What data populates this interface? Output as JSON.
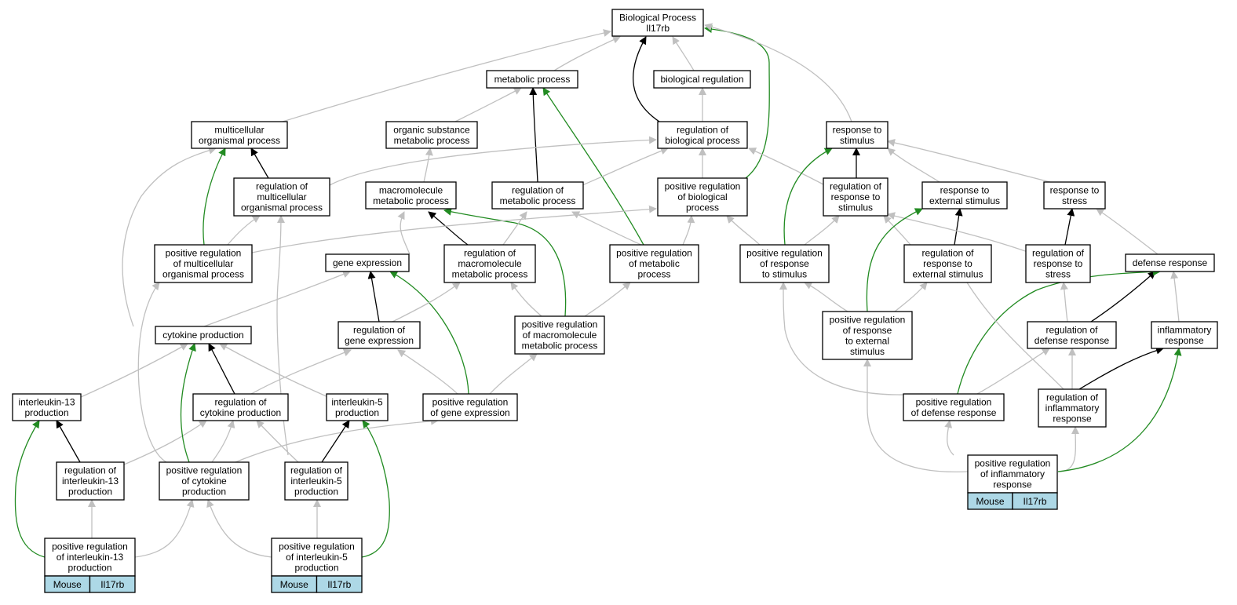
{
  "colors": {
    "is_a": "#c0c0c0",
    "regulates": "#000000",
    "positively_regulates": "#228b22",
    "annotation": "#add8e6"
  },
  "nodes": [
    {
      "id": "bp",
      "lines": [
        "Biological Process",
        "Il17rb"
      ]
    },
    {
      "id": "metabolic",
      "lines": [
        "metabolic process"
      ]
    },
    {
      "id": "bioreg",
      "lines": [
        "biological regulation"
      ]
    },
    {
      "id": "multicell",
      "lines": [
        "multicellular",
        "organismal process"
      ]
    },
    {
      "id": "orgsub",
      "lines": [
        "organic substance",
        "metabolic process"
      ]
    },
    {
      "id": "regbio",
      "lines": [
        "regulation of",
        "biological process"
      ]
    },
    {
      "id": "respstim",
      "lines": [
        "response to",
        "stimulus"
      ]
    },
    {
      "id": "regmulti",
      "lines": [
        "regulation of",
        "multicellular",
        "organismal process"
      ]
    },
    {
      "id": "macromol",
      "lines": [
        "macromolecule",
        "metabolic process"
      ]
    },
    {
      "id": "regmetab",
      "lines": [
        "regulation of",
        "metabolic process"
      ]
    },
    {
      "id": "posregbio",
      "lines": [
        "positive regulation",
        "of biological",
        "process"
      ]
    },
    {
      "id": "regrespstim",
      "lines": [
        "regulation of",
        "response to",
        "stimulus"
      ]
    },
    {
      "id": "respext",
      "lines": [
        "response to",
        "external stimulus"
      ]
    },
    {
      "id": "respstress",
      "lines": [
        "response to",
        "stress"
      ]
    },
    {
      "id": "posregmulti",
      "lines": [
        "positive regulation",
        "of multicellular",
        "organismal process"
      ]
    },
    {
      "id": "geneexp",
      "lines": [
        "gene expression"
      ]
    },
    {
      "id": "regmacro",
      "lines": [
        "regulation of",
        "macromolecule",
        "metabolic process"
      ]
    },
    {
      "id": "posregmetab",
      "lines": [
        "positive regulation",
        "of metabolic",
        "process"
      ]
    },
    {
      "id": "posregrespstim",
      "lines": [
        "positive regulation",
        "of response",
        "to stimulus"
      ]
    },
    {
      "id": "regrespext",
      "lines": [
        "regulation of",
        "response to",
        "external stimulus"
      ]
    },
    {
      "id": "regstress",
      "lines": [
        "regulation of",
        "response to",
        "stress"
      ]
    },
    {
      "id": "defense",
      "lines": [
        "defense response"
      ]
    },
    {
      "id": "cytoprod",
      "lines": [
        "cytokine production"
      ]
    },
    {
      "id": "reggeneexp",
      "lines": [
        "regulation of",
        "gene expression"
      ]
    },
    {
      "id": "posregmacro",
      "lines": [
        "positive regulation",
        "of macromolecule",
        "metabolic process"
      ]
    },
    {
      "id": "posregrespext",
      "lines": [
        "positive regulation",
        "of response",
        "to external",
        "stimulus"
      ]
    },
    {
      "id": "regdefense",
      "lines": [
        "regulation of",
        "defense response"
      ]
    },
    {
      "id": "inflam",
      "lines": [
        "inflammatory",
        "response"
      ]
    },
    {
      "id": "il13prod",
      "lines": [
        "interleukin-13",
        "production"
      ]
    },
    {
      "id": "regcyto",
      "lines": [
        "regulation of",
        "cytokine production"
      ]
    },
    {
      "id": "il5prod",
      "lines": [
        "interleukin-5",
        "production"
      ]
    },
    {
      "id": "posreggeneexp",
      "lines": [
        "positive regulation",
        "of gene expression"
      ]
    },
    {
      "id": "posregdefense",
      "lines": [
        "positive regulation",
        "of defense response"
      ]
    },
    {
      "id": "reginflam",
      "lines": [
        "regulation of",
        "inflammatory",
        "response"
      ]
    },
    {
      "id": "regil13",
      "lines": [
        "regulation of",
        "interleukin-13",
        "production"
      ]
    },
    {
      "id": "posregcyto",
      "lines": [
        "positive regulation",
        "of cytokine",
        "production"
      ]
    },
    {
      "id": "regil5",
      "lines": [
        "regulation of",
        "interleukin-5",
        "production"
      ]
    },
    {
      "id": "posreginflam",
      "lines": [
        "positive regulation",
        "of inflammatory",
        "response"
      ],
      "tags": [
        "Mouse",
        "Il17rb"
      ]
    },
    {
      "id": "posregil13",
      "lines": [
        "positive regulation",
        "of interleukin-13",
        "production"
      ],
      "tags": [
        "Mouse",
        "Il17rb"
      ]
    },
    {
      "id": "posregil5",
      "lines": [
        "positive regulation",
        "of interleukin-5",
        "production"
      ],
      "tags": [
        "Mouse",
        "Il17rb"
      ]
    }
  ]
}
